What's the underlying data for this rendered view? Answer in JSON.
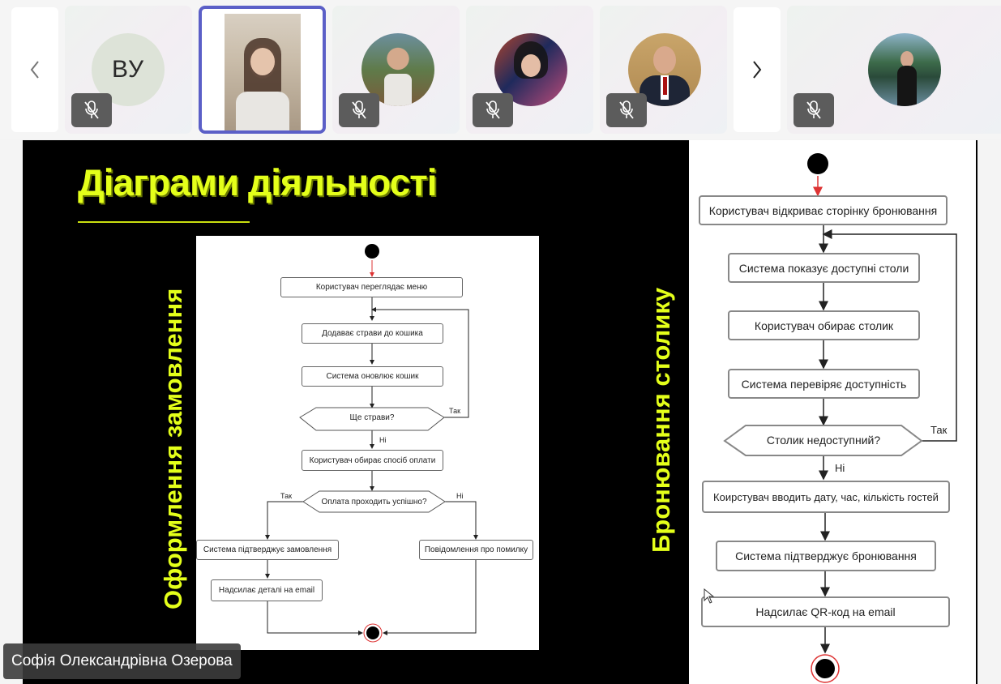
{
  "participants": {
    "prev_label": "‹",
    "next_label": "›",
    "tiles": [
      {
        "initials": "ВУ",
        "muted": true
      },
      {
        "type": "video",
        "selected": true
      },
      {
        "type": "photo",
        "muted": true
      },
      {
        "type": "photo",
        "muted": true
      },
      {
        "type": "photo",
        "muted": true
      },
      {
        "type": "photo",
        "muted": true
      }
    ]
  },
  "slide": {
    "title": "Діаграми діяльності",
    "left_label": "Оформлення замовлення",
    "right_label": "Бронювання столику",
    "colors": {
      "title": "#e4ff1a",
      "background": "#000000",
      "accent": "#5b5fc7"
    }
  },
  "diagram_order": {
    "steps": [
      "Користувач переглядає меню",
      "Додаває страви до кошика",
      "Система оновлює кошик",
      "Ще страви?",
      "Користувач обирає спосіб оплати",
      "Оплата проходить успішно?",
      "Система підтверджує замовлення",
      "Надсилає деталі на email",
      "Повідомлення про помилку"
    ],
    "yes": "Так",
    "no": "Ні"
  },
  "diagram_booking": {
    "steps": [
      "Користувач відкриває сторінку бронювання",
      "Система показує доступні столи",
      "Користувач обирає столик",
      "Система перевіряє доступність",
      "Столик недоступний?",
      "Коирстувач вводить дату, час, кількість гостей",
      "Система підтверджує бронювання",
      "Надсилає QR-код на email"
    ],
    "yes": "Так",
    "no": "Ні"
  },
  "presenter": {
    "name": "Софія Олександрівна Озерова"
  }
}
